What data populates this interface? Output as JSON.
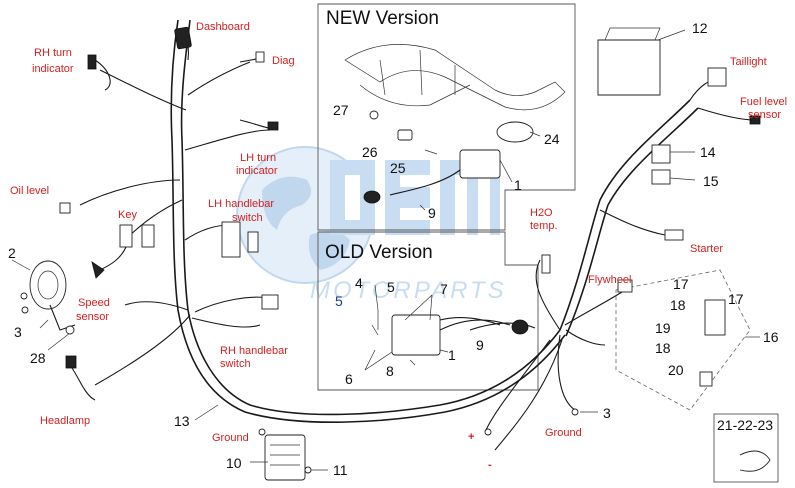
{
  "diagram": {
    "new_version_title": "NEW Version",
    "old_version_title": "OLD Version",
    "watermark": "MOTORPARTS",
    "labels": {
      "dashboard": "Dashboard",
      "diag": "Diag",
      "rh_turn_indicator_1": "RH turn",
      "rh_turn_indicator_2": "indicator",
      "lh_turn_indicator_1": "LH turn",
      "lh_turn_indicator_2": "indicator",
      "oil_level": "Oil level",
      "key": "Key",
      "lh_handlebar_switch_1": "LH handlebar",
      "lh_handlebar_switch_2": "switch",
      "speed_sensor_1": "Speed",
      "speed_sensor_2": "sensor",
      "rh_handlebar_switch_1": "RH handlebar",
      "rh_handlebar_switch_2": "switch",
      "headlamp": "Headlamp",
      "ground_left": "Ground",
      "ground_right": "Ground",
      "taillight": "Taillight",
      "fuel_level_sensor_1": "Fuel level",
      "fuel_level_sensor_2": "sensor",
      "h2o_temp_1": "H2O",
      "h2o_temp_2": "temp.",
      "starter": "Starter",
      "flywheel": "Flywheel",
      "plus": "+",
      "minus": "-"
    },
    "numbers": {
      "n1_new": "1",
      "n1_old": "1",
      "n2": "2",
      "n3_left": "3",
      "n3_right": "3",
      "n4": "4",
      "n5_a": "5",
      "n5_b": "5",
      "n6": "6",
      "n7": "7",
      "n8": "8",
      "n9_new": "9",
      "n9_old": "9",
      "n10": "10",
      "n11": "11",
      "n12": "12",
      "n13": "13",
      "n14": "14",
      "n15": "15",
      "n16": "16",
      "n17_a": "17",
      "n17_b": "17",
      "n18_a": "18",
      "n18_b": "18",
      "n19": "19",
      "n20": "20",
      "n24": "24",
      "n25": "25",
      "n26": "26",
      "n27": "27",
      "n28": "28",
      "n21_22_23": "21-22-23"
    },
    "colors": {
      "label_red": "#d42020",
      "watermark_blue": "#9cc3e6",
      "ink": "#1a1a1a"
    }
  }
}
